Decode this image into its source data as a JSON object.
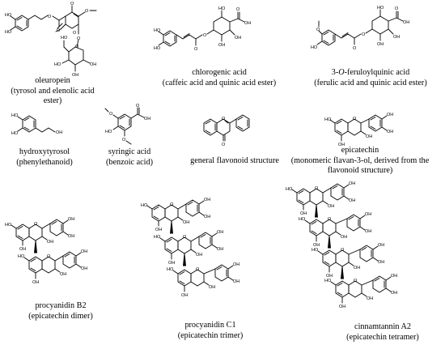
{
  "compounds": [
    {
      "name": "oleuropein",
      "desc_line1": "(tyrosol and elenolic acid",
      "desc_line2": "ester)"
    },
    {
      "name": "chlorogenic acid",
      "desc_line1": "(caffeic acid and quinic acid ester)"
    },
    {
      "name": "3-O-feruloylquinic acid",
      "name_prefix": "3-",
      "name_italic": "O",
      "name_suffix": "-feruloylquinic acid",
      "desc_line1": "(ferulic acid and quinic acid ester)"
    },
    {
      "name": "hydroxytyrosol",
      "desc_line1": "(phenylethanoid)"
    },
    {
      "name": "syringic acid",
      "desc_line1": "(benzoic acid)"
    },
    {
      "name": "general flavonoid structure"
    },
    {
      "name": "epicatechin",
      "desc_line1": "(monomeric flavan-3-ol, derived from the",
      "desc_line2": "flavonoid structure)"
    },
    {
      "name": "procyanidin B2",
      "desc_line1": "(epicatechin dimer)"
    },
    {
      "name": "procyanidin C1",
      "desc_line1": "(epicatechin trimer)"
    },
    {
      "name": "cinnamtannin A2",
      "desc_line1": "(epicatechin tetramer)"
    }
  ],
  "atom_labels": {
    "oh": "OH",
    "ho": "HO",
    "o": "O",
    "oxy": "O",
    "oc": "O"
  }
}
